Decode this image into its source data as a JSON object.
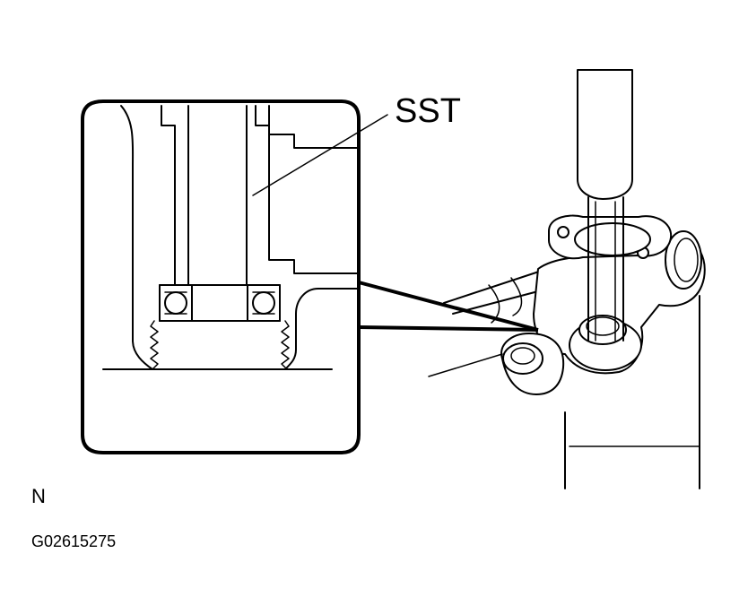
{
  "figure": {
    "sst_label": "SST",
    "direction_label": "N",
    "figure_code": "G02615275"
  }
}
